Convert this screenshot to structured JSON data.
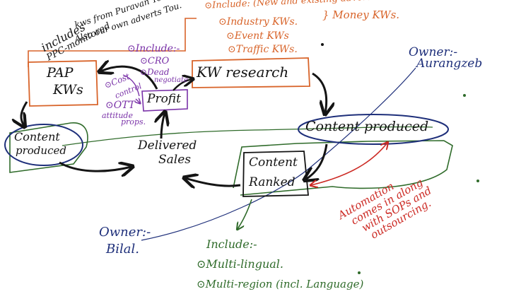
{
  "colors": {
    "ink_black": "#141414",
    "orange": "#d8642a",
    "purple": "#7a32a8",
    "navy": "#1e2f7a",
    "green": "#2f6b2a",
    "red": "#cc2a24"
  },
  "ppc_note": {
    "line1": "includes",
    "line2": "PPC-monitored",
    "line3": "kws from Puravan Tou.",
    "line4": "Also our own adverts Tou."
  },
  "kw_includes": {
    "line1": "⊙Include: (New and existing adverts cost)",
    "line2": "⊙Industry KWs.",
    "line3": "⊙Event KWs",
    "line4": "⊙Traffic KWs.",
    "group_label": "} Money KWs."
  },
  "owner_top": {
    "line1": "Owner:-",
    "line2": "Aurangzeb"
  },
  "ppc_kws": {
    "line1": "PAP",
    "line2": "KWs"
  },
  "profit_includes": {
    "line1": "⊙Include:-",
    "line2": "⊙CRO",
    "line3": "⊙Dead",
    "line4": "negotiate"
  },
  "cost_control": {
    "line1": "⊙Cost",
    "line2": "control"
  },
  "ott": {
    "line1": "⊙OTT",
    "line2": "attitude",
    "line3": "props."
  },
  "nodes": {
    "profit": "Profit",
    "kw_research": "KW research",
    "content_produced_left": {
      "line1": "Content",
      "line2": "produced"
    },
    "delivered_sales": {
      "line1": "Delivered",
      "line2": "Sales"
    },
    "content_produced_right": "Content produced",
    "content_ranked": {
      "line1": "Content",
      "line2": "Ranked"
    }
  },
  "automation_note": {
    "line1": "Automation",
    "line2": "comes in along",
    "line3": "with SOPs and",
    "line4": "outsourcing."
  },
  "owner_bottom": {
    "line1": "Owner:-",
    "line2": "Bilal."
  },
  "ranked_includes": {
    "line1": "Include:-",
    "line2": "⊙Multi-lingual.",
    "line3": "⊙Multi-region (incl. Language)"
  }
}
